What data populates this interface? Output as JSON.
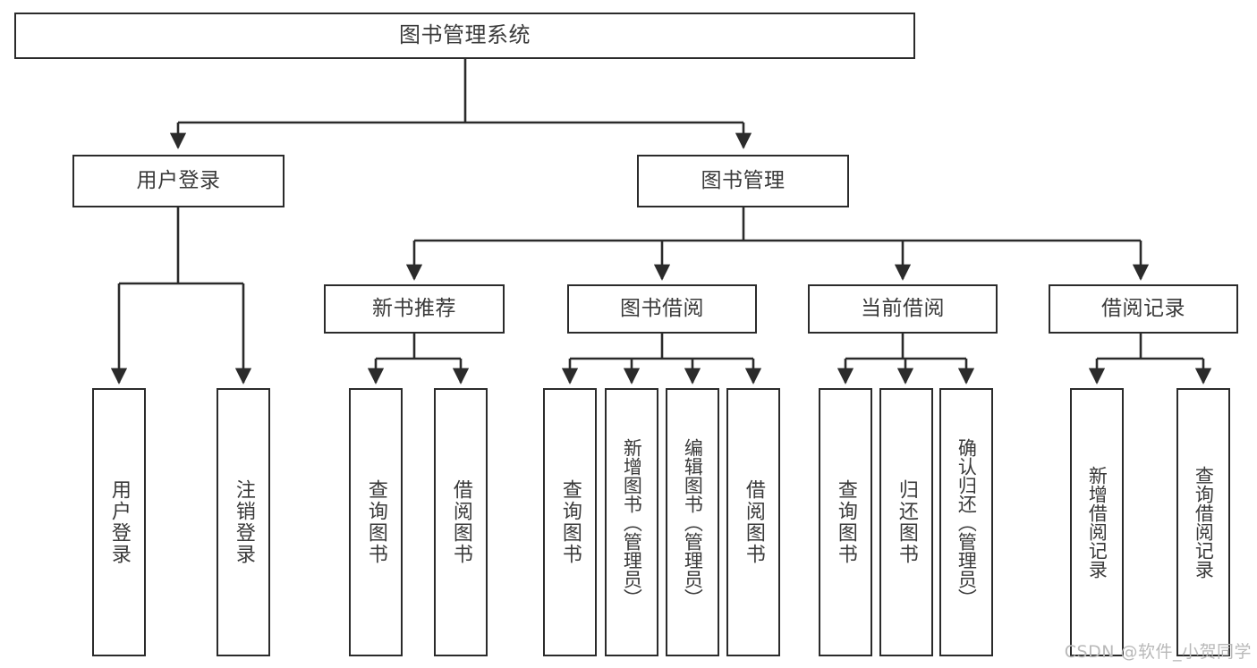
{
  "diagram": {
    "type": "tree-hierarchy-chart",
    "title": "图书管理系统",
    "background_color": "#ffffff",
    "line_color": "#2b2b2b",
    "text_color": "#3a3a3a",
    "watermark": "CSDN @软件_小贺同学"
  },
  "nodes": {
    "root": {
      "label": "图书管理系统"
    },
    "level2": [
      {
        "id": "user-login",
        "label": "用户登录"
      },
      {
        "id": "book-manage",
        "label": "图书管理"
      }
    ],
    "level3": [
      {
        "id": "new-book-recommend",
        "label": "新书推荐"
      },
      {
        "id": "book-borrow",
        "label": "图书借阅"
      },
      {
        "id": "current-borrow",
        "label": "当前借阅"
      },
      {
        "id": "borrow-record",
        "label": "借阅记录"
      }
    ],
    "leaves": {
      "user_login": [
        {
          "id": "leaf-user-login",
          "label": "用户登录"
        },
        {
          "id": "leaf-logout-login",
          "label": "注销登录"
        }
      ],
      "new_book_recommend": [
        {
          "id": "leaf-query-book-1",
          "label": "查询图书"
        },
        {
          "id": "leaf-borrow-book-1",
          "label": "借阅图书"
        }
      ],
      "book_borrow": [
        {
          "id": "leaf-query-book-2",
          "label": "查询图书"
        },
        {
          "id": "leaf-add-book",
          "label": "新增图书（管理员）"
        },
        {
          "id": "leaf-edit-book",
          "label": "编辑图书（管理员）"
        },
        {
          "id": "leaf-borrow-book-2",
          "label": "借阅图书"
        }
      ],
      "current_borrow": [
        {
          "id": "leaf-query-book-3",
          "label": "查询图书"
        },
        {
          "id": "leaf-return-book",
          "label": "归还图书"
        },
        {
          "id": "leaf-confirm-return",
          "label": "确认归还（管理员）"
        }
      ],
      "borrow_record": [
        {
          "id": "leaf-add-record",
          "label": "新增借阅记录"
        },
        {
          "id": "leaf-query-record",
          "label": "查询借阅记录"
        }
      ]
    }
  }
}
